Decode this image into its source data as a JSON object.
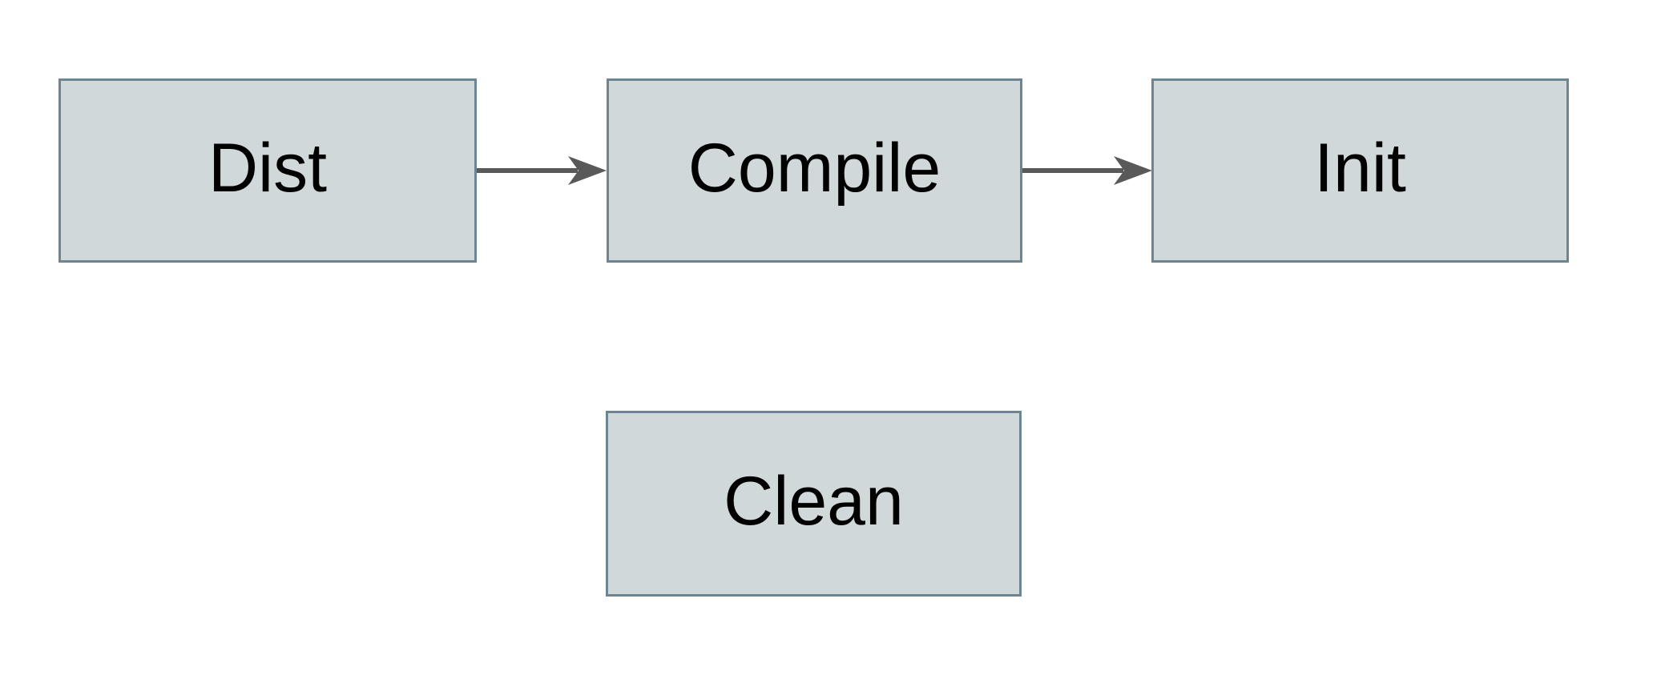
{
  "diagram": {
    "nodes": [
      {
        "id": "dist",
        "label": "Dist"
      },
      {
        "id": "compile",
        "label": "Compile"
      },
      {
        "id": "init",
        "label": "Init"
      },
      {
        "id": "clean",
        "label": "Clean"
      }
    ],
    "edges": [
      {
        "from": "Dist",
        "to": "Compile",
        "direction": "right"
      },
      {
        "from": "Compile",
        "to": "Init",
        "direction": "right"
      }
    ],
    "colors": {
      "background": "#ffffff",
      "node_fill": "#d1d8da",
      "node_border": "#6d8493",
      "arrow": "#595959",
      "text": "#000000"
    }
  }
}
